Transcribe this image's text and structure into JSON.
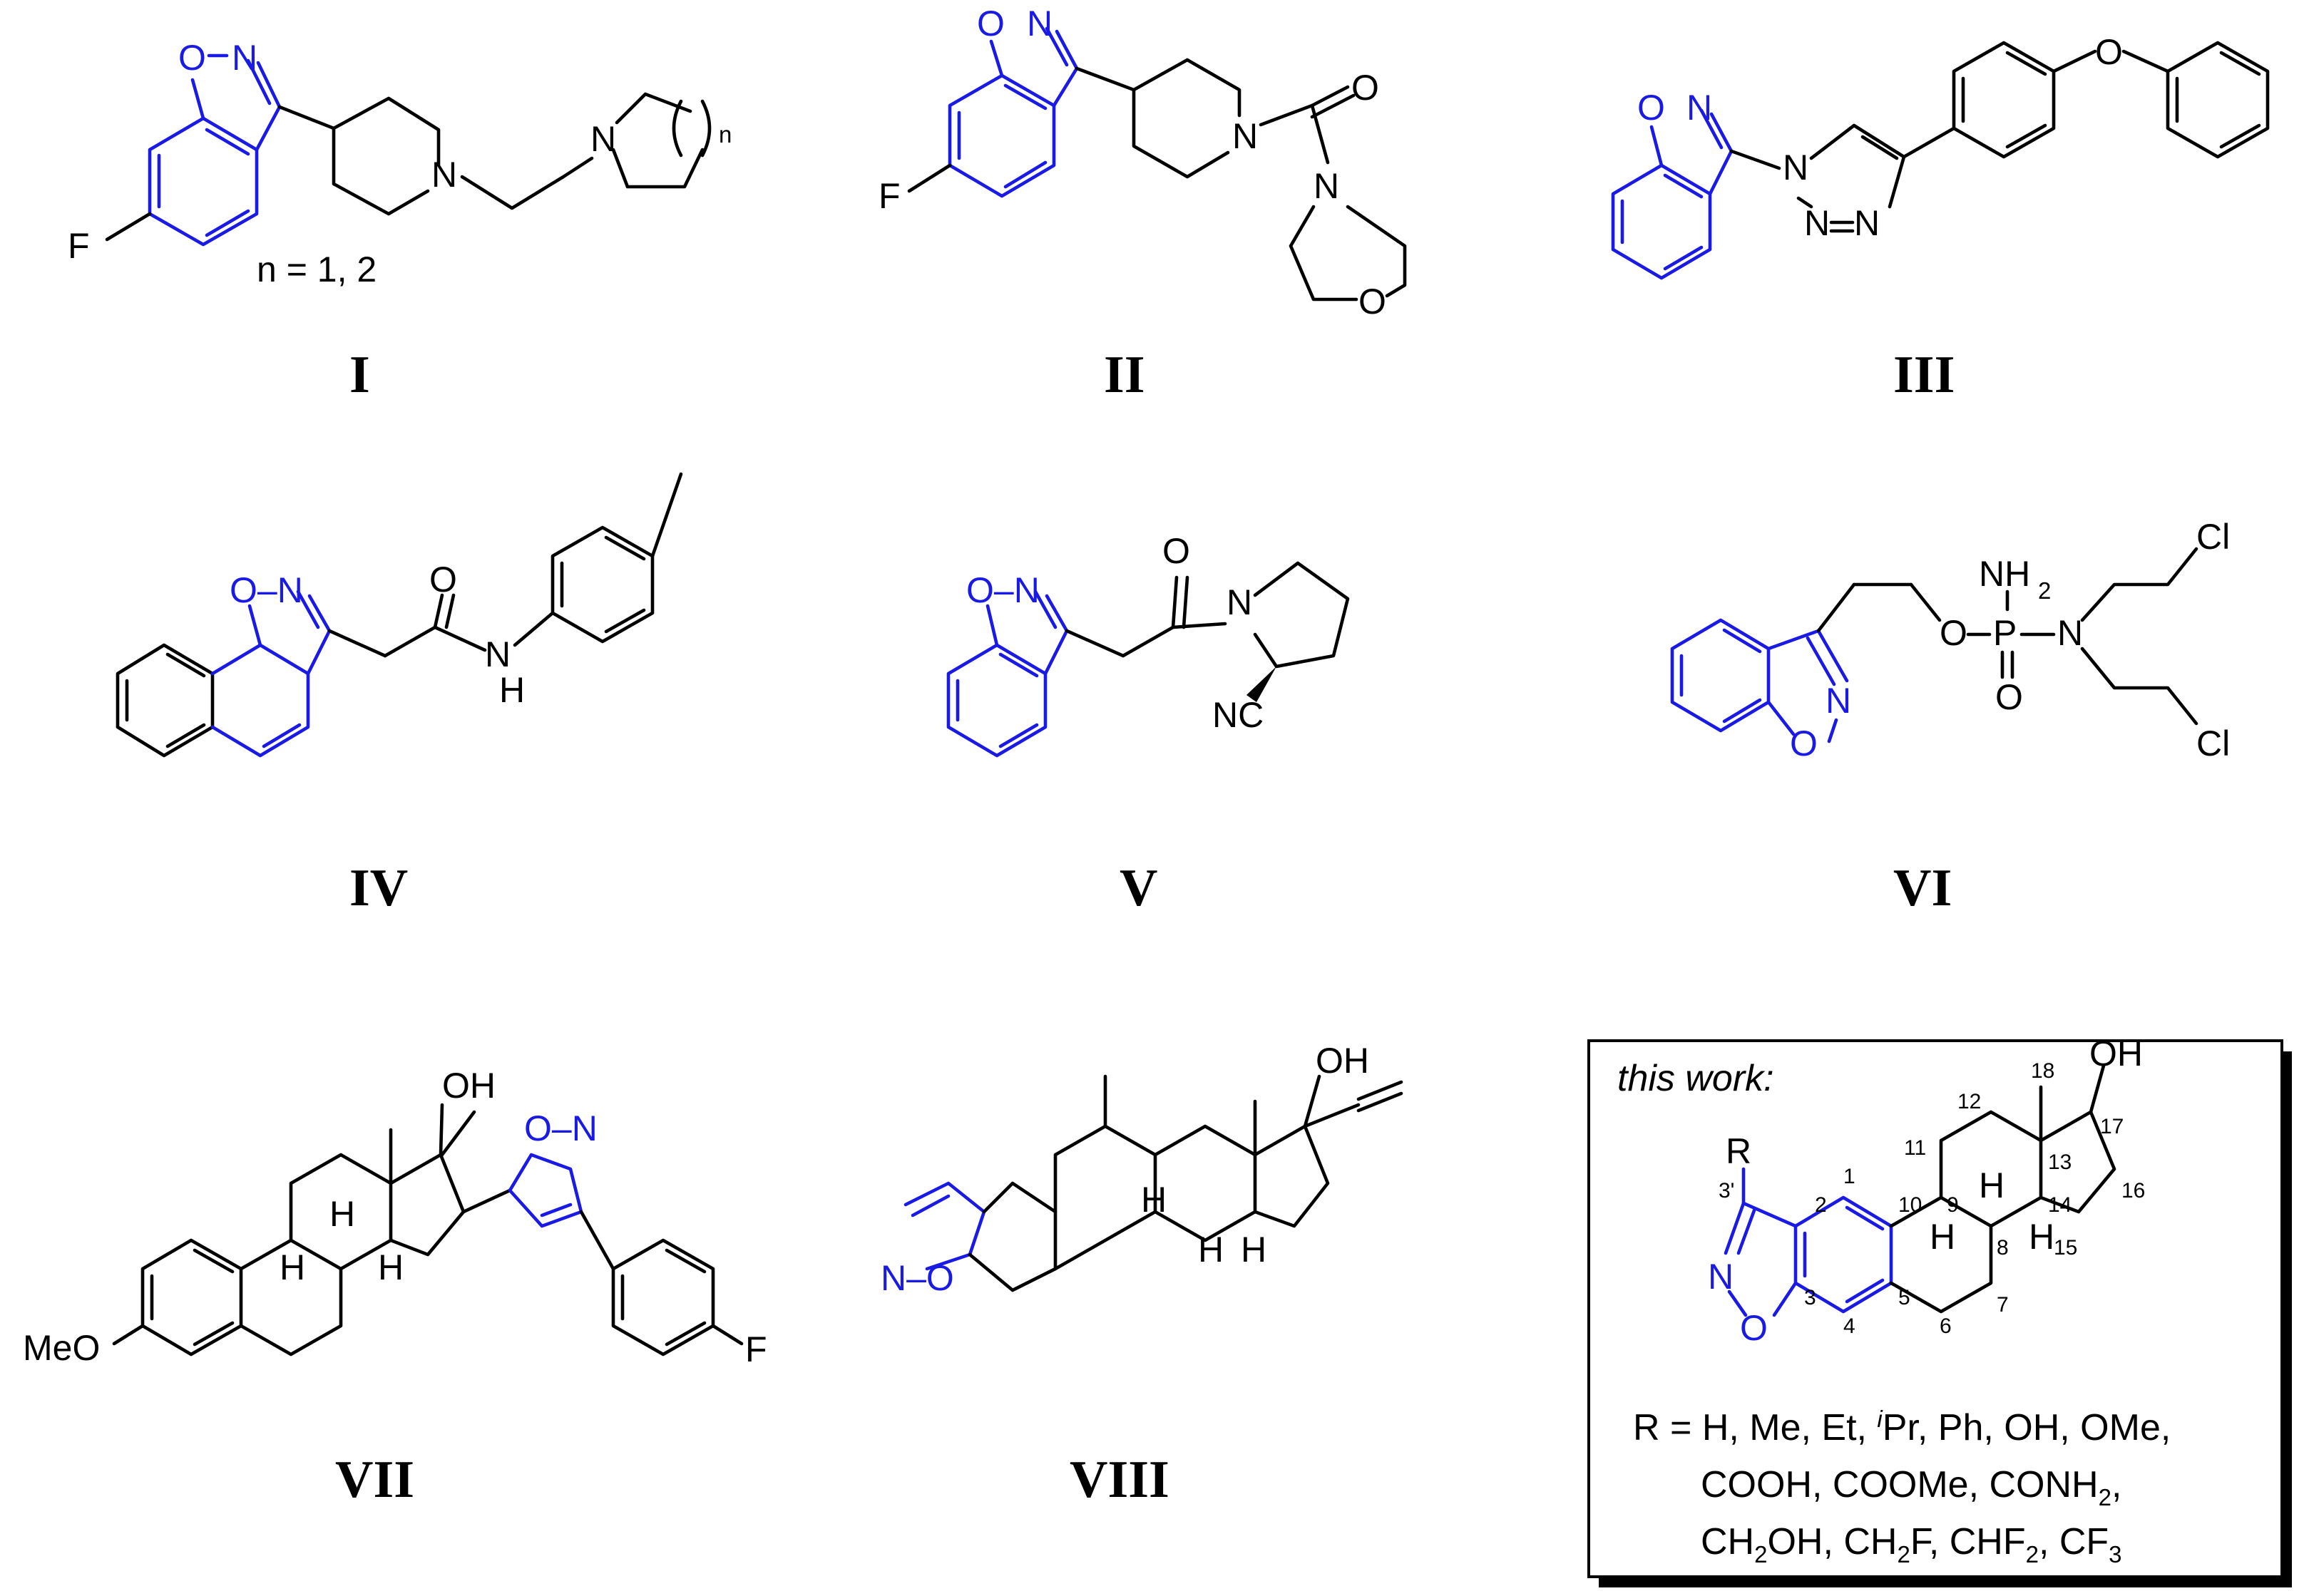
{
  "captions": [
    "I",
    "II",
    "III",
    "IV",
    "V",
    "VI",
    "VII",
    "VIII"
  ],
  "compound_I": {
    "n_label": "n = 1, 2",
    "subscript": "n"
  },
  "this_work": {
    "heading": "this work:",
    "r_line_1": "R = H, Me, Et, ",
    "r_line_1_sup": "i",
    "r_line_1_tail": "Pr, Ph, OH, OMe,",
    "r_line_2": "COOH, COOMe, CONH",
    "r_line_3": "CH",
    "r_line_3_b": "OH, CH",
    "r_line_3_c": "F, CHF",
    "r_line_3_d": ", CF",
    "sub_2": "2",
    "sub_3": "3",
    "atom_numbers": [
      "1",
      "2",
      "3",
      "3'",
      "4",
      "5",
      "6",
      "7",
      "8",
      "9",
      "10",
      "11",
      "12",
      "13",
      "14",
      "15",
      "16",
      "17",
      "18"
    ]
  },
  "atoms": {
    "O": "O",
    "N": "N",
    "F": "F",
    "H": "H",
    "R": "R",
    "P": "P",
    "OH": "OH",
    "NH": "NH",
    "NH2": "NH",
    "Cl": "Cl",
    "NC": "NC",
    "MeO": "MeO",
    "ON": "O–N",
    "NO": "N–O"
  },
  "colors": {
    "scaffold": "#1a1ae6",
    "bond": "#000000",
    "background": "#ffffff"
  }
}
